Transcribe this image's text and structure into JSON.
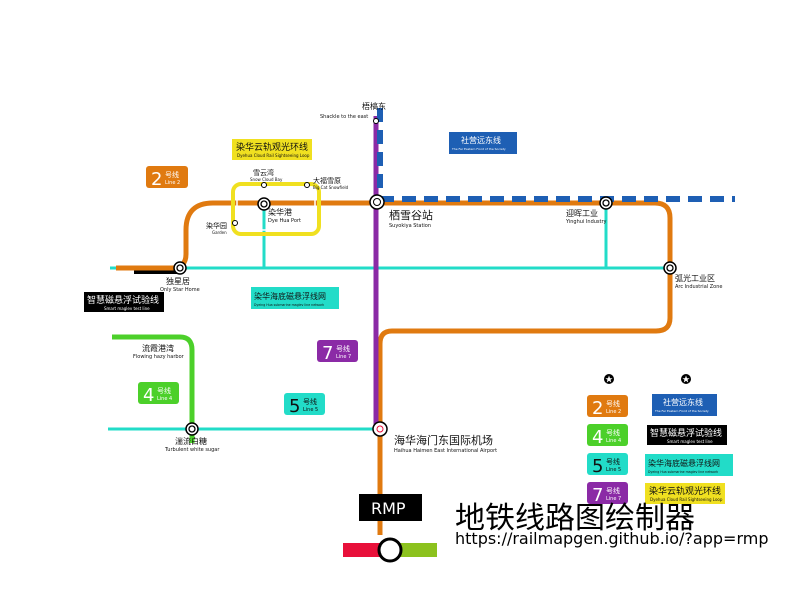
{
  "colors": {
    "line2": "#E07A10",
    "line4": "#4CD02A",
    "line5": "#22DCC8",
    "line7": "#8B2AA6",
    "shuttle": "#1E5FB4",
    "maglev_test": "#000000",
    "cloud_rail": "#F0E020",
    "rmp_red": "#E8103A",
    "rmp_green": "#8CC21E"
  },
  "lines": {
    "line2": {
      "num": "2",
      "cn": "号线",
      "en": "Line 2"
    },
    "line4": {
      "num": "4",
      "cn": "号线",
      "en": "Line 4"
    },
    "line5": {
      "num": "5",
      "cn": "号线",
      "en": "Line 5"
    },
    "line7": {
      "num": "7",
      "cn": "号线",
      "en": "Line 7"
    },
    "shuttle": {
      "cn": "社营远东线",
      "en": "The Far Eastern Front of the Society"
    },
    "maglev": {
      "cn": "智慧磁悬浮试验线",
      "en": "Smart maglev test line"
    },
    "submarine": {
      "cn": "染华海底磁悬浮线网",
      "en": "Dyeing Hua submarine maglev line network"
    },
    "cloud": {
      "cn": "染华云轨观光环线",
      "en": "Dyehua Cloud Rail Sightseeing Loop"
    }
  },
  "stations": {
    "qiaoqiao": {
      "cn": "梧槁东",
      "en": "Shackle to the east"
    },
    "xueyunwan": {
      "cn": "雪云湾",
      "en": "Snow Cloud Bay"
    },
    "dafu": {
      "cn": "大福雪原",
      "en": "Big Cat Snowfield"
    },
    "ranhuagang": {
      "cn": "染华港",
      "en": "Dye Hua Port"
    },
    "ranhuayuan": {
      "cn": "染华园",
      "en": "Garden"
    },
    "suxuegu": {
      "cn": "栖雪谷站",
      "en": "Suyokiya Station"
    },
    "yinghui": {
      "cn": "迎晖工业",
      "en": "Yinghui Industry"
    },
    "huguang": {
      "cn": "弧光工业区",
      "en": "Arc Industrial Zone"
    },
    "xingchen": {
      "cn": "独星居",
      "en": "Only Star Home"
    },
    "liuxia": {
      "cn": "流霞港湾",
      "en": "Flowing hazy harbor"
    },
    "yongliu": {
      "cn": "湍流白糖",
      "en": "Turbulent white sugar"
    },
    "airport": {
      "cn": "海华海门东国际机场",
      "en": "Haihua Haimen East International Airport"
    }
  },
  "footer": {
    "rmp": "RMP",
    "title": "地铁线路图绘制器",
    "url": "https://railmapgen.github.io/?app=rmp"
  }
}
